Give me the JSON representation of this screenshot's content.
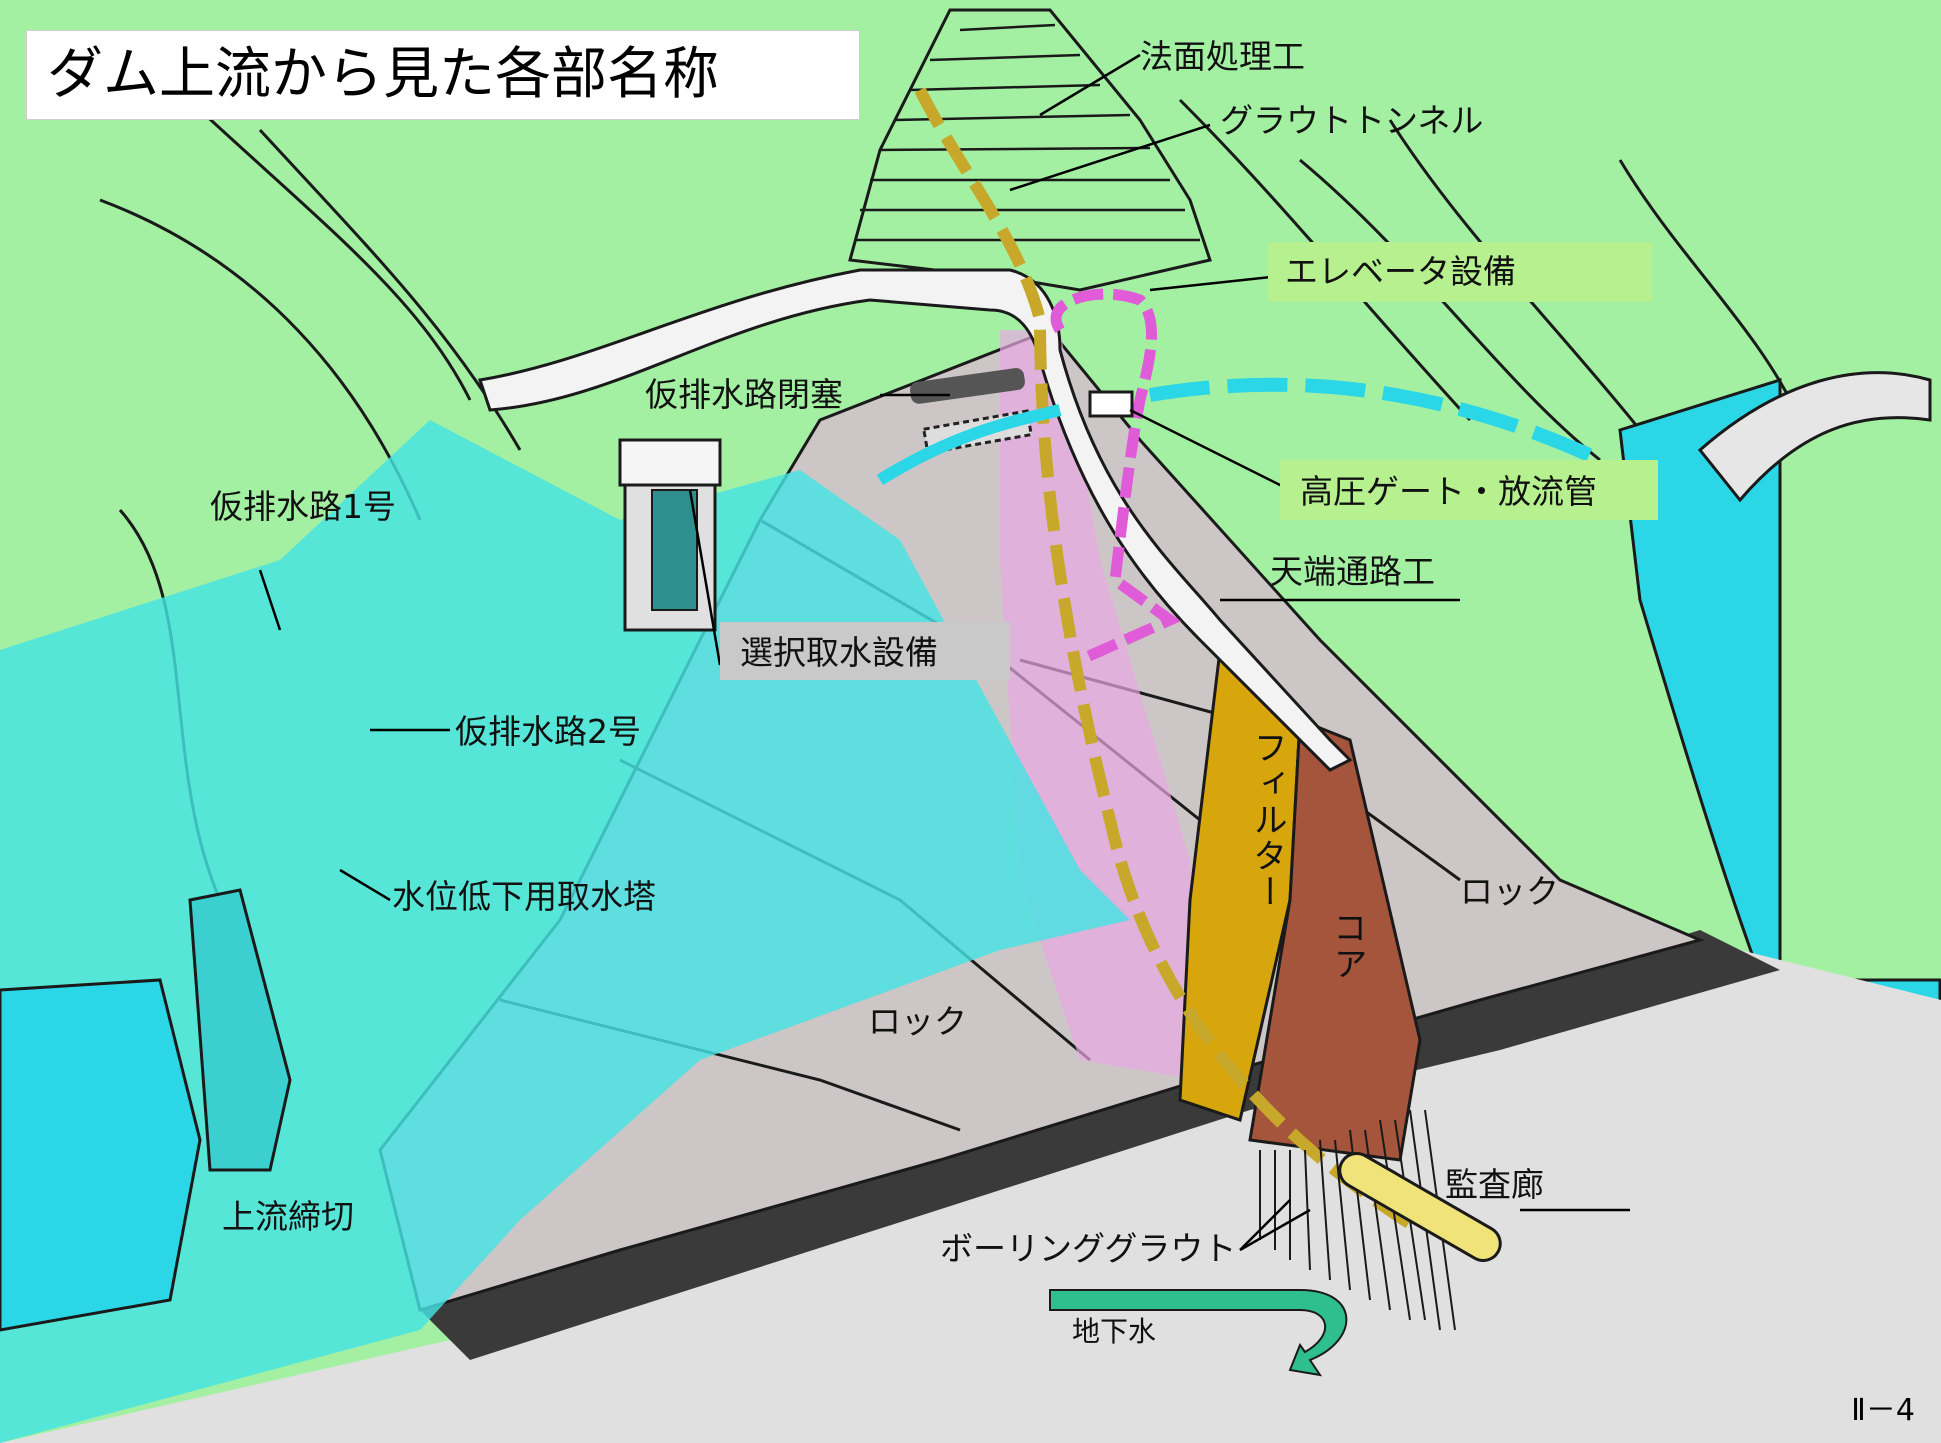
{
  "title": "ダム上流から見た各部名称",
  "page_number": "Ⅱ－4",
  "labels": {
    "slope_treatment": "法面処理工",
    "grout_tunnel": "グラウトトンネル",
    "elevator": "エレベータ設備",
    "diversion_closure": "仮排水路閉塞",
    "high_pressure_gate": "高圧ゲート・放流管",
    "diversion_1": "仮排水路1号",
    "crest_road": "天端通路工",
    "intake_facility": "選択取水設備",
    "diversion_2": "仮排水路2号",
    "filter": "フィルター",
    "low_level_intake": "水位低下用取水塔",
    "rock_right": "ロック",
    "core": "コア",
    "rock_left": "ロック",
    "cofferdam": "上流締切",
    "gallery": "監査廊",
    "boring_grout": "ボーリンググラウト",
    "groundwater": "地下水"
  },
  "colors": {
    "terrain": "#a3f0a3",
    "reservoir": "#45e3e3",
    "rock_fill": "#cdc6c6",
    "core": "#a4553c",
    "filter": "#d6a60c",
    "foundation_band": "#3a3a3a",
    "tunnel_pink": "#e05bd8",
    "grout_line": "#c8a82a",
    "groundwater_arrow": "#2fbf8f"
  }
}
